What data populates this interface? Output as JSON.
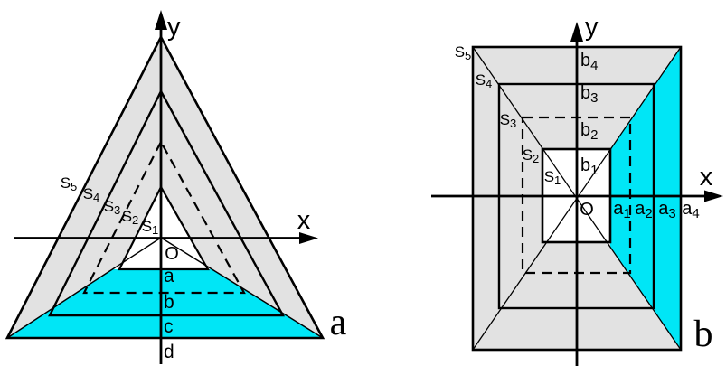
{
  "colors": {
    "region_gray": "#e2e2e2",
    "region_cyan": "#00e6f6",
    "line": "#000000"
  },
  "figure_a": {
    "caption": "a",
    "axis": {
      "x_label": "x",
      "y_label": "y",
      "origin_label": "O"
    },
    "s_labels": [
      {
        "base": "S",
        "sub": "5"
      },
      {
        "base": "S",
        "sub": "4"
      },
      {
        "base": "S",
        "sub": "3"
      },
      {
        "base": "S",
        "sub": "2"
      },
      {
        "base": "S",
        "sub": "1"
      }
    ],
    "level_labels": [
      "a",
      "b",
      "c",
      "d"
    ]
  },
  "figure_b": {
    "caption": "b",
    "axis": {
      "x_label": "x",
      "y_label": "y",
      "origin_label": "O"
    },
    "s_labels": [
      {
        "base": "S",
        "sub": "5"
      },
      {
        "base": "S",
        "sub": "4"
      },
      {
        "base": "S",
        "sub": "3"
      },
      {
        "base": "S",
        "sub": "2"
      },
      {
        "base": "S",
        "sub": "1"
      }
    ],
    "y_axis_labels": [
      {
        "base": "b",
        "sub": "4"
      },
      {
        "base": "b",
        "sub": "3"
      },
      {
        "base": "b",
        "sub": "2"
      },
      {
        "base": "b",
        "sub": "1"
      }
    ],
    "x_axis_labels": [
      {
        "base": "a",
        "sub": "1"
      },
      {
        "base": "a",
        "sub": "2"
      },
      {
        "base": "a",
        "sub": "3"
      },
      {
        "base": "a",
        "sub": "4"
      }
    ]
  }
}
